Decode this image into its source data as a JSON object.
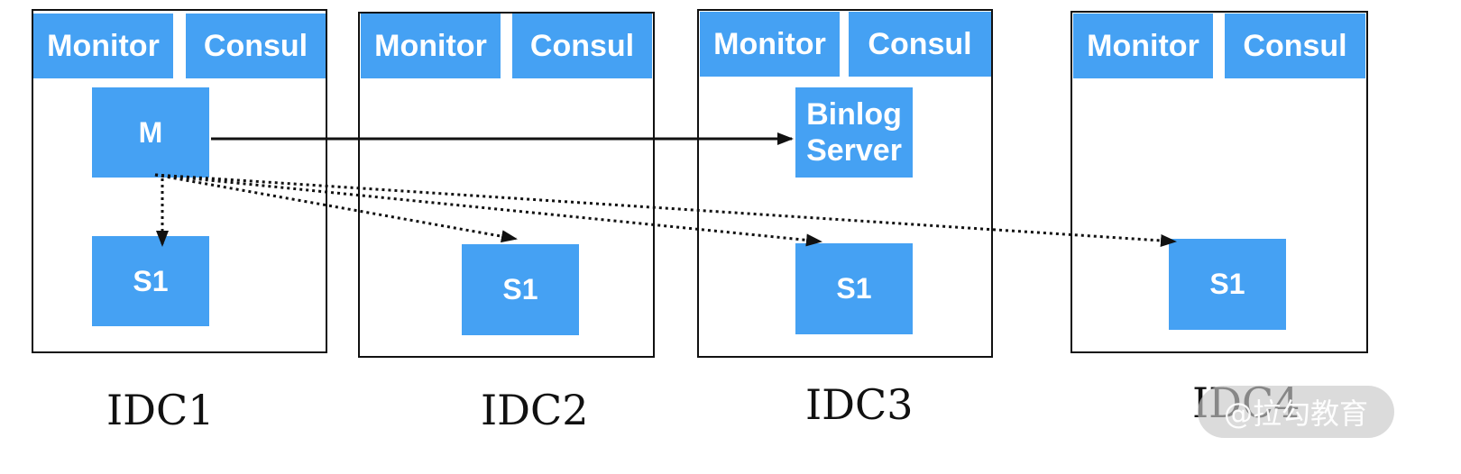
{
  "idcs": [
    {
      "label": "IDC1",
      "monitor": "Monitor",
      "consul": "Consul",
      "master": "M",
      "slave": "S1"
    },
    {
      "label": "IDC2",
      "monitor": "Monitor",
      "consul": "Consul",
      "slave": "S1"
    },
    {
      "label": "IDC3",
      "monitor": "Monitor",
      "consul": "Consul",
      "binlog_line1": "Binlog",
      "binlog_line2": "Server",
      "slave": "S1"
    },
    {
      "label": "IDC4",
      "monitor": "Monitor",
      "consul": "Consul",
      "slave": "S1"
    }
  ],
  "watermark": "@拉勾教育",
  "colors": {
    "box": "#45a1f3",
    "border": "#111111"
  }
}
